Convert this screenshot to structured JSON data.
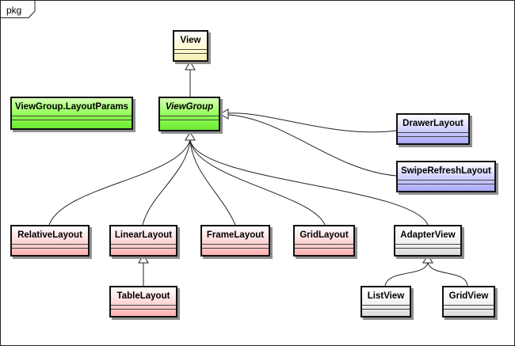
{
  "package": {
    "label": "pkg"
  },
  "classes": {
    "view": "View",
    "view_group": "ViewGroup",
    "view_group_layout_params": "ViewGroup.LayoutParams",
    "drawer_layout": "DrawerLayout",
    "swipe_refresh_layout": "SwipeRefreshLayout",
    "relative_layout": "RelativeLayout",
    "linear_layout": "LinearLayout",
    "frame_layout": "FrameLayout",
    "grid_layout": "GridLayout",
    "adapter_view": "AdapterView",
    "table_layout": "TableLayout",
    "list_view": "ListView",
    "grid_view": "GridView"
  },
  "colors": {
    "view": "#fffbd0",
    "view_group": "#8aff4d",
    "layout_params": "#8aff4d",
    "drawer_layout": "#c9c9ff",
    "swipe_refresh_layout": "#c9c9ff",
    "layouts": "#ffd2d2",
    "adapter_views": "#f1f1f1"
  }
}
